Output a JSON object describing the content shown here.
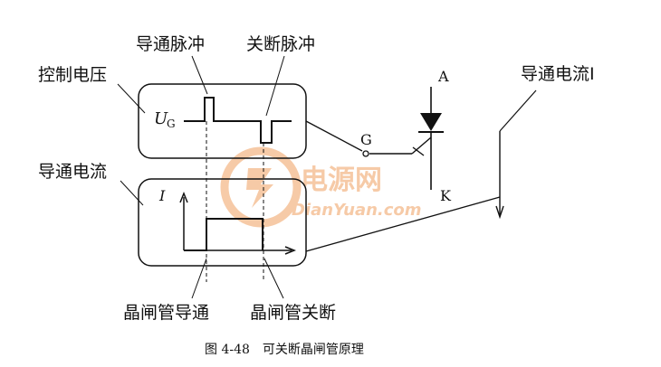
{
  "labels": {
    "turn_on_pulse": "导通脉冲",
    "turn_off_pulse": "关断脉冲",
    "control_voltage": "控制电压",
    "conduction_current": "导通电流",
    "conduction_current_I": "导通电流I",
    "ug_symbol": "U",
    "ug_subscript": "G",
    "i_symbol": "I",
    "gate": "G",
    "anode": "A",
    "cathode": "K",
    "thyristor_on": "晶闸管导通",
    "thyristor_off": "晶闸管关断"
  },
  "watermark": {
    "brand": "电源网",
    "url": "DianYuan.com"
  },
  "caption": "图 4-48　可关断晶闸管原理",
  "colors": {
    "ink": "#111111",
    "watermark": "#f0a060"
  }
}
